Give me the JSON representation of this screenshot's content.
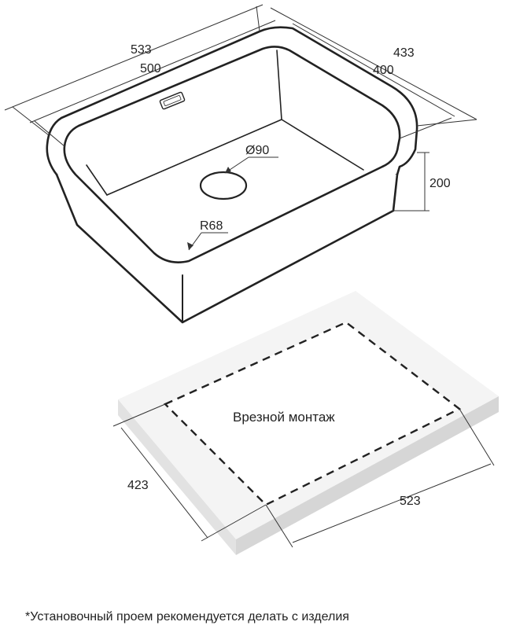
{
  "sink": {
    "dimensions": {
      "outer_length": "533",
      "inner_length": "500",
      "outer_width": "433",
      "inner_width": "400",
      "depth": "200",
      "drain_diameter": "Ø90",
      "corner_radius": "R68"
    }
  },
  "cutout": {
    "title": "Врезной монтаж",
    "length": "523",
    "width": "423"
  },
  "footnote": "*Установочный проем рекомендуется делать с изделия"
}
